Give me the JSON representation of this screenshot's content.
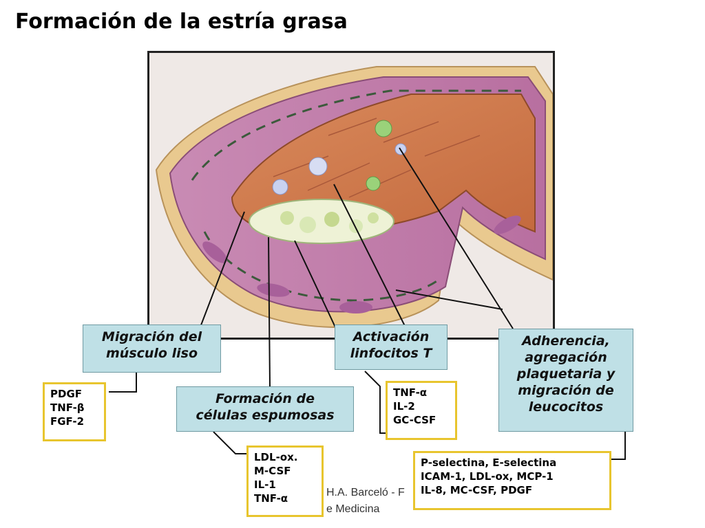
{
  "title": "Formación de la estría grasa",
  "labels": {
    "smooth_muscle": [
      "Migración del",
      "músculo liso"
    ],
    "foam_cells": [
      "Formación de",
      "células espumosas"
    ],
    "tcell": [
      "Activación",
      "linfocitos T"
    ],
    "adhesion": [
      "Adherencia,",
      "agregación",
      "plaquetaria y",
      "migración de",
      "leucocitos"
    ]
  },
  "factors": {
    "smooth_muscle": [
      "PDGF",
      "TNF-β",
      "FGF-2"
    ],
    "foam_cells": [
      "LDL-ox.",
      "M-CSF",
      "IL-1",
      "TNF-α"
    ],
    "tcell": [
      "TNF-α",
      "IL-2",
      "GC-CSF"
    ],
    "adhesion": [
      "P-selectina, E-selectina",
      "ICAM-1, LDL-ox, MCP-1",
      "IL-8, MC-CSF, PDGF"
    ]
  },
  "footer": {
    "line1": "H.A. Barceló - F",
    "line2": "e Medicina"
  },
  "colors": {
    "label_fill": "#bfe0e6",
    "factor_border": "#e8c52e",
    "intima": "#d98a5c",
    "media": "#c98bb4"
  }
}
